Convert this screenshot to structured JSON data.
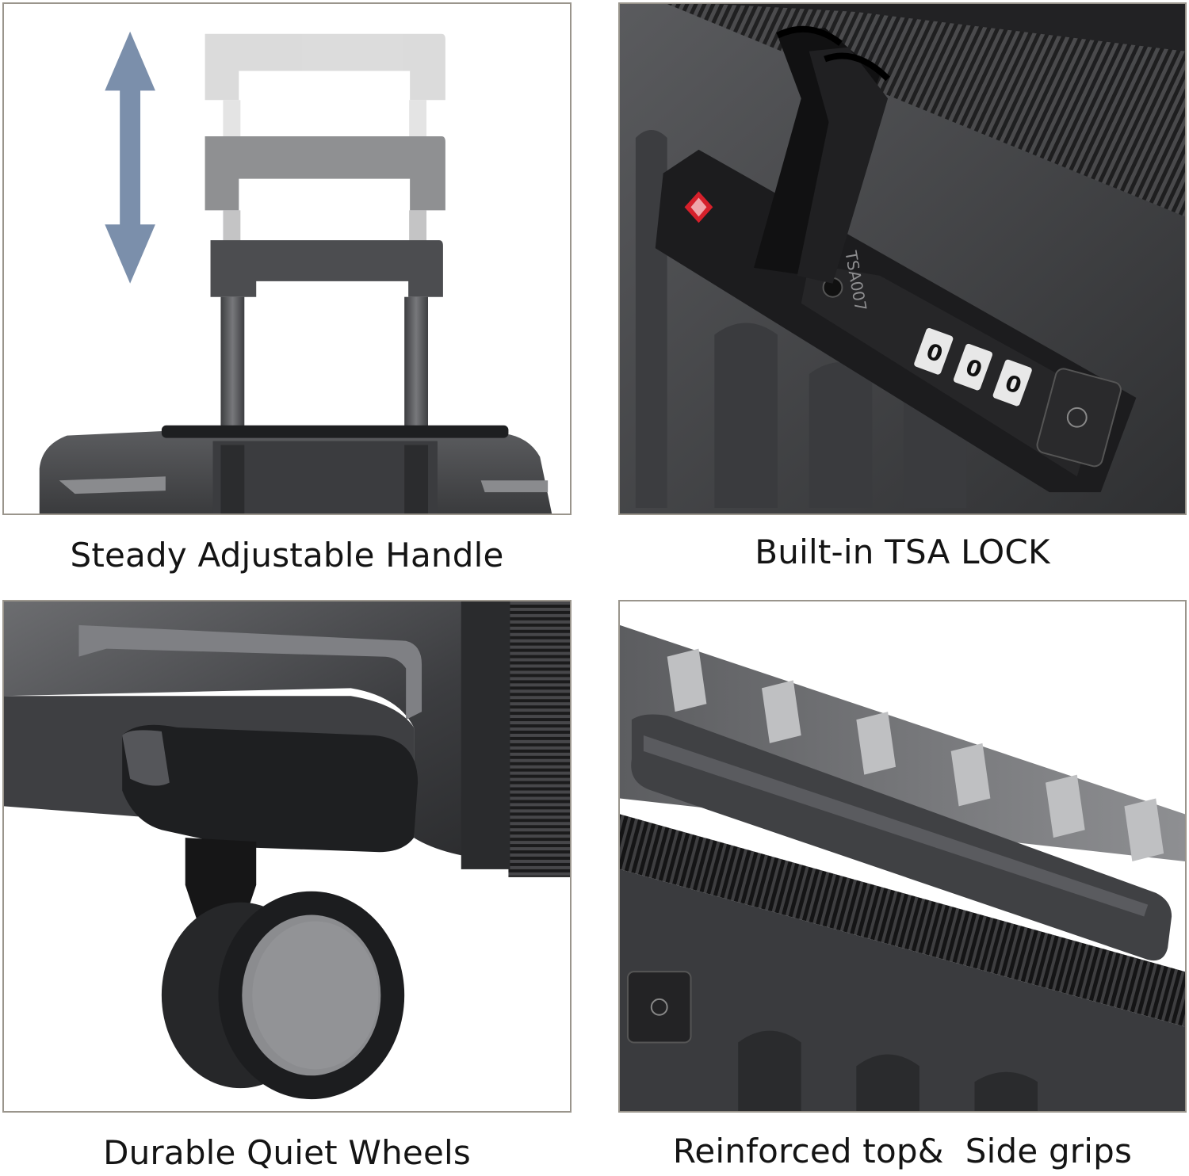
{
  "panels": [
    {
      "caption": "Steady Adjustable Handle"
    },
    {
      "caption": "Built-in TSA LOCK"
    },
    {
      "caption": "Durable Quiet Wheels"
    },
    {
      "caption": "Reinforced top&  Side grips"
    }
  ],
  "lock": {
    "tsa_mark": "TSA007",
    "dial_digits": [
      "0",
      "0",
      "0"
    ]
  },
  "colors": {
    "frame_border": "#9a958c",
    "shell_dark": "#2e2f31",
    "shell_mid": "#4a4b4e",
    "shell_light": "#8b8c8f",
    "arrow_blue": "#7b8fab",
    "tsa_red": "#d6202b"
  }
}
